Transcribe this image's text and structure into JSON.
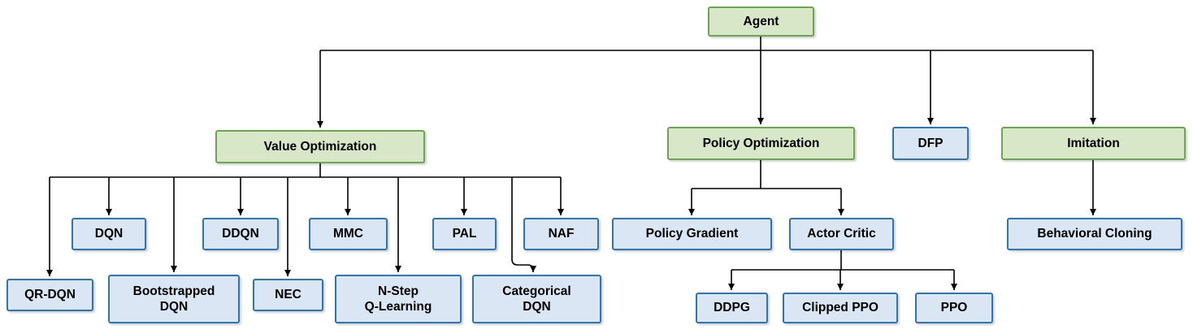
{
  "diagram": {
    "colors": {
      "green_fill": "#d9e7c9",
      "green_border": "#6aa84f",
      "blue_fill": "#dae6f3",
      "blue_border": "#2e75b6",
      "connector": "#000000"
    },
    "nodes": {
      "agent": {
        "label": "Agent",
        "type": "green"
      },
      "value_optimization": {
        "label": "Value Optimization",
        "type": "green"
      },
      "policy_optimization": {
        "label": "Policy Optimization",
        "type": "green"
      },
      "dfp": {
        "label": "DFP",
        "type": "blue"
      },
      "imitation": {
        "label": "Imitation",
        "type": "green"
      },
      "dqn": {
        "label": "DQN",
        "type": "blue"
      },
      "ddqn": {
        "label": "DDQN",
        "type": "blue"
      },
      "mmc": {
        "label": "MMC",
        "type": "blue"
      },
      "pal": {
        "label": "PAL",
        "type": "blue"
      },
      "naf": {
        "label": "NAF",
        "type": "blue"
      },
      "qr_dqn": {
        "label": "QR-DQN",
        "type": "blue"
      },
      "bootstrapped_dqn": {
        "label": "Bootstrapped\nDQN",
        "type": "blue"
      },
      "nec": {
        "label": "NEC",
        "type": "blue"
      },
      "n_step_q_learning": {
        "label": "N-Step\nQ-Learning",
        "type": "blue"
      },
      "categorical_dqn": {
        "label": "Categorical\nDQN",
        "type": "blue"
      },
      "policy_gradient": {
        "label": "Policy Gradient",
        "type": "blue"
      },
      "actor_critic": {
        "label": "Actor Critic",
        "type": "blue"
      },
      "behavioral_cloning": {
        "label": "Behavioral Cloning",
        "type": "blue"
      },
      "ddpg": {
        "label": "DDPG",
        "type": "blue"
      },
      "clipped_ppo": {
        "label": "Clipped PPO",
        "type": "blue"
      },
      "ppo": {
        "label": "PPO",
        "type": "blue"
      }
    },
    "hierarchy": {
      "Agent": [
        "Value Optimization",
        "Policy Optimization",
        "DFP",
        "Imitation"
      ],
      "Value Optimization": [
        "QR-DQN",
        "DQN",
        "Bootstrapped DQN",
        "DDQN",
        "NEC",
        "MMC",
        "N-Step Q-Learning",
        "PAL",
        "Categorical DQN",
        "NAF"
      ],
      "Policy Optimization": [
        "Policy Gradient",
        "Actor Critic"
      ],
      "Actor Critic": [
        "DDPG",
        "Clipped PPO",
        "PPO"
      ],
      "Imitation": [
        "Behavioral Cloning"
      ]
    }
  }
}
